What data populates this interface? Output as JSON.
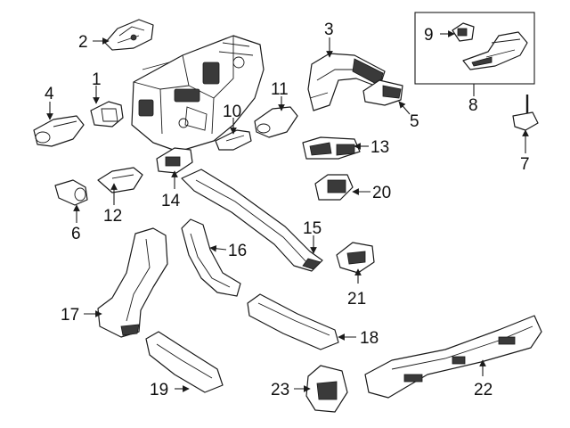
{
  "callouts": [
    {
      "label": "1"
    },
    {
      "label": "2"
    },
    {
      "label": "3"
    },
    {
      "label": "4"
    },
    {
      "label": "5"
    },
    {
      "label": "6"
    },
    {
      "label": "7"
    },
    {
      "label": "8"
    },
    {
      "label": "9"
    },
    {
      "label": "10"
    },
    {
      "label": "11"
    },
    {
      "label": "12"
    },
    {
      "label": "13"
    },
    {
      "label": "14"
    },
    {
      "label": "15"
    },
    {
      "label": "16"
    },
    {
      "label": "17"
    },
    {
      "label": "18"
    },
    {
      "label": "19"
    },
    {
      "label": "20"
    },
    {
      "label": "21"
    },
    {
      "label": "22"
    },
    {
      "label": "23"
    }
  ]
}
